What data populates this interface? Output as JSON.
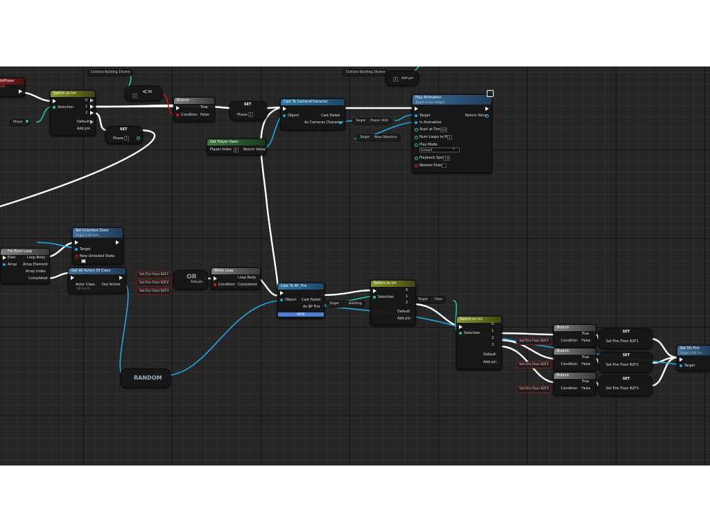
{
  "graph": {
    "truncated_node": {
      "title": "ceIoPhase",
      "subtitle": "reset"
    },
    "get_building1": {
      "label": "Civilians Building 1Scene"
    },
    "compare_node": {
      "value": "3",
      "op": "<="
    },
    "get_building2": {
      "label": "Civilians Building 2Scene"
    },
    "add_pin_top": {
      "value": "3",
      "label": "Add pin"
    },
    "switch1": {
      "title": "Switch on Int",
      "selection": "Selection",
      "p0": "0",
      "p1": "1",
      "p2": "2",
      "default": "Default",
      "add_pin": "Add pin"
    },
    "phase_var": {
      "label": "Phase"
    },
    "set1": {
      "title": "SET",
      "field": "Phase",
      "value": "3"
    },
    "branch1": {
      "title": "Branch",
      "condition": "Condition",
      "true": "True",
      "false": "False"
    },
    "set2": {
      "title": "SET",
      "field": "Phase",
      "value": "2"
    },
    "cast_camera": {
      "title": "Cast To CameraCharacter",
      "object": "Object",
      "cast_failed": "Cast Failed",
      "as": "As Cameras Character"
    },
    "get_player_pawn": {
      "title": "Get Player Pawn",
      "index_label": "Player Index",
      "index_value": "0",
      "return": "Return Value"
    },
    "player_hud": {
      "target": "Target",
      "label": "Player HUD"
    },
    "new_objective": {
      "target": "Target",
      "label": "New Objective"
    },
    "play_anim": {
      "title": "Play Animation",
      "subtitle": "Target is User Widget",
      "target": "Target",
      "return": "Return Value",
      "in_anim": "In Animation",
      "start_label": "Start at Time",
      "start_value": "0.0",
      "loops_label": "Num Loops to Play",
      "loops_value": "1",
      "mode_label": "Play Mode",
      "mode_value": "Forward",
      "speed_label": "Playback Speed",
      "speed_value": "1.0",
      "restore_label": "Restore State"
    },
    "set_unlocked": {
      "title": "Set Unlocked State",
      "subtitle": "Target is BP Item",
      "target": "Target",
      "new_state": "New Unlocked State"
    },
    "for_each": {
      "title": "For Each Loop",
      "exec": "Exec",
      "array": "Array",
      "loop_body": "Loop Body",
      "array_element": "Array Element",
      "array_index": "Array Index",
      "completed": "Completed"
    },
    "get_all_actors": {
      "title": "Get All Actors Of Class",
      "actor_class": "Actor Class",
      "class_value": "BP Fire B...",
      "out": "Out Actors"
    },
    "fire_floors": [
      "Set Fire Floor B2F1",
      "Set Fire Floor B2F2",
      "Set Fire Floor B2F3"
    ],
    "or_node": {
      "label": "OR",
      "add_pin": "Add pin"
    },
    "while_loop": {
      "title": "While Loop",
      "condition": "Condition",
      "loop_body": "Loop Body",
      "completed": "Completed"
    },
    "cast_fire": {
      "title": "Cast To BP_Fire",
      "object": "Object",
      "cast_failed": "Cast Failed",
      "as": "As BP Fire",
      "note": "NOTE"
    },
    "switch2": {
      "title": "Switch on Int",
      "selection": "Selection",
      "p0": "0",
      "p1": "1",
      "p2": "2",
      "default": "Default",
      "add_pin": "Add pin"
    },
    "building_var": {
      "target": "Target",
      "label": "Building"
    },
    "floor_var": {
      "target": "Target",
      "label": "Floor"
    },
    "switch3": {
      "title": "Switch on Int",
      "selection": "Selection",
      "p0": "0",
      "p1": "1",
      "p2": "2",
      "p3": "3",
      "default": "Default",
      "add_pin": "Add pin"
    },
    "random": {
      "label": "RANDOM"
    },
    "branches": [
      {
        "title": "Branch",
        "condition": "Condition",
        "true": "True",
        "false": "False",
        "input": "Set Fire Floor B2F1"
      },
      {
        "title": "Branch",
        "condition": "Condition",
        "true": "True",
        "false": "False",
        "input": "Set Fire Floor B2F2"
      },
      {
        "title": "Branch",
        "condition": "Condition",
        "true": "True",
        "false": "False",
        "input": "Set Fire Floor B2F3"
      }
    ],
    "set_fires": [
      {
        "title": "SET",
        "field": "Set Fire Floor B2F1"
      },
      {
        "title": "SET",
        "field": "Set Fire Floor B2F2"
      },
      {
        "title": "SET",
        "field": "Set Fire Floor B2F3"
      }
    ],
    "set_on_fire": {
      "title": "Set On Fire",
      "subtitle": "Target is BP Fire",
      "target": "Target"
    }
  }
}
